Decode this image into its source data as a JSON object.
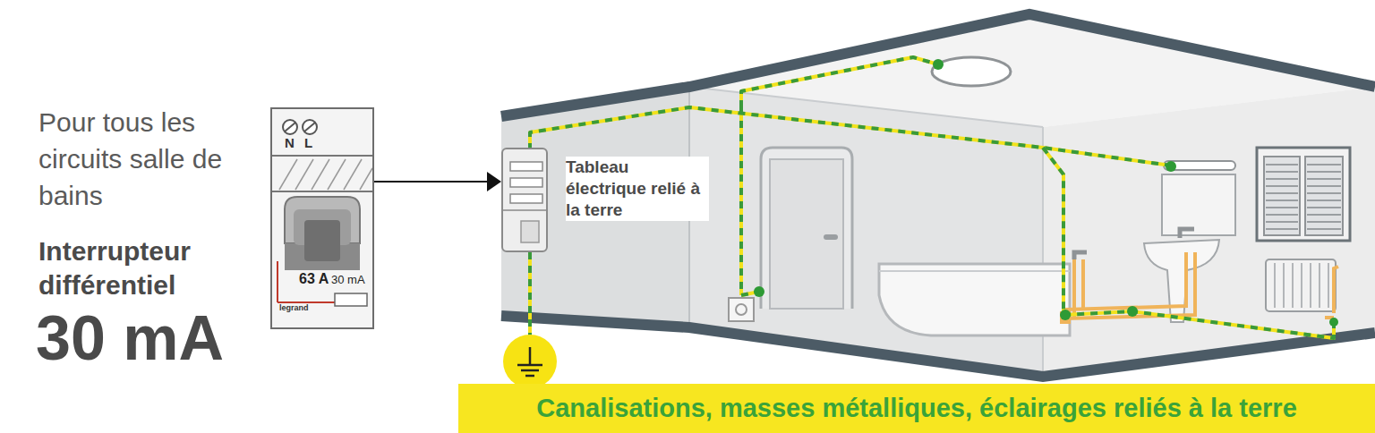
{
  "diagram": {
    "nodes": [
      {
        "text": [
          "N",
          "L",
          "63 A",
          "30 mA",
          "legrand"
        ]
      },
      {
        "text": [
          "Tableau électrique relié à la terre"
        ]
      },
      {
        "text": [
          "Canalisations, masses métalliques, éclairages reliés à la terre"
        ]
      }
    ],
    "edges": [
      {
        "from": 0,
        "to": 1,
        "arrow": "to"
      }
    ],
    "labels": [
      "Pour tous les circuits salle de bains",
      "Interrupteur différentiel",
      "30 mA"
    ]
  }
}
